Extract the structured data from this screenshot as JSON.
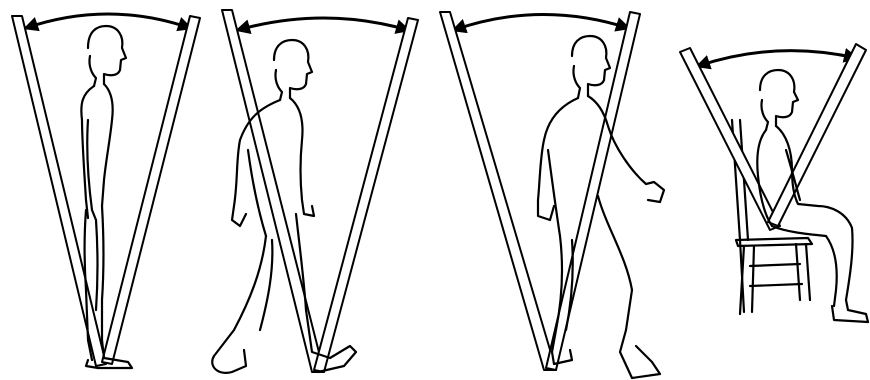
{
  "figure": {
    "panels": [
      {
        "pose": "standing",
        "arrow": "double-headed"
      },
      {
        "pose": "slow-walk",
        "arrow": "double-headed"
      },
      {
        "pose": "fast-walk",
        "arrow": "double-headed"
      },
      {
        "pose": "sitting",
        "arrow": "double-headed"
      }
    ],
    "colors": {
      "ink": "#000000",
      "background": "#ffffff"
    }
  }
}
